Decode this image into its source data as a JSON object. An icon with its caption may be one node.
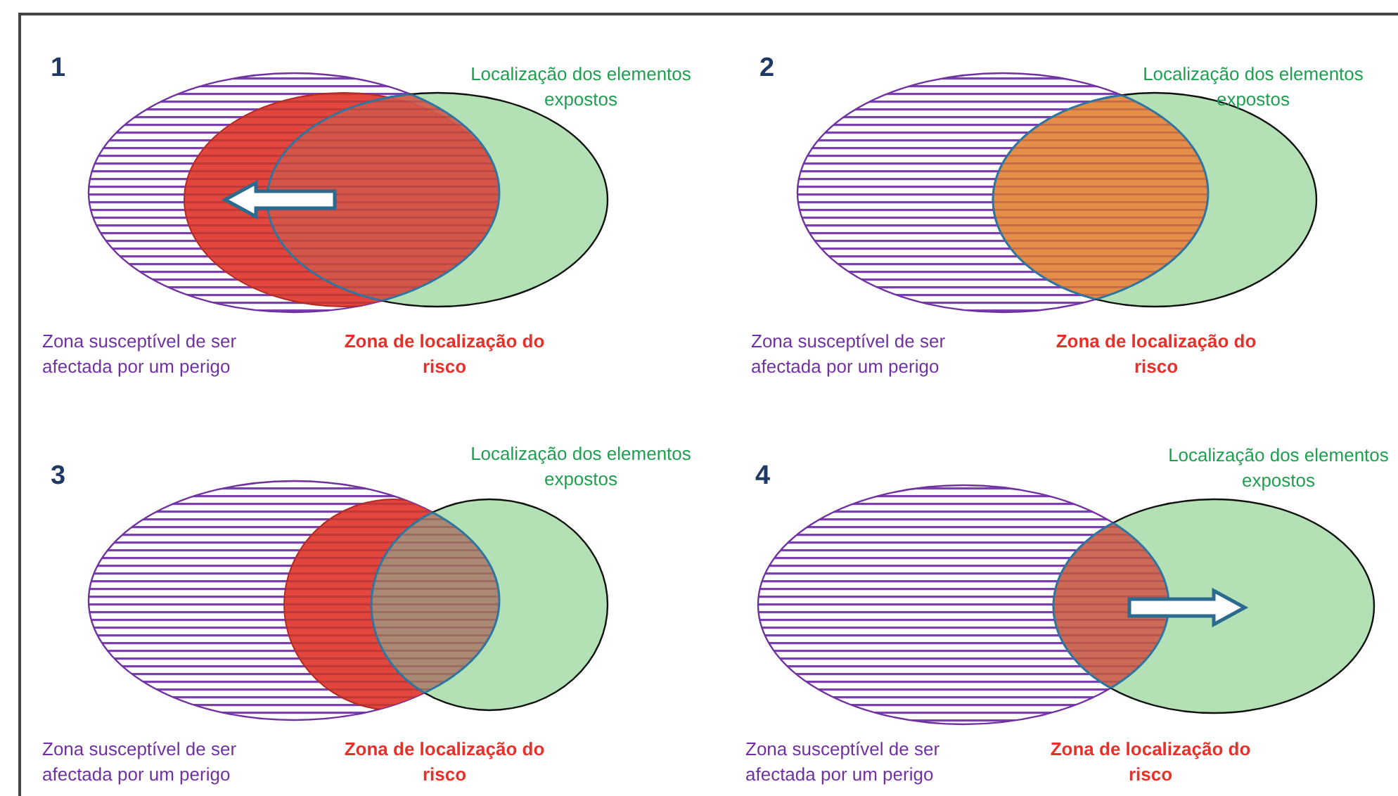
{
  "diagram": {
    "labels": [
      "1",
      "Localização dos elementos expostos",
      "Zona susceptível de ser afectada por um perigo",
      "Zona de localização do risco",
      "2",
      "Localização dos elementos expostos",
      "Zona susceptível de ser afectada por um perigo",
      "Zona de localização do risco",
      "3",
      "Localização dos elementos expostos",
      "Zona susceptível de ser afectada por um perigo",
      "Zona de localização do risco",
      "4",
      "Localização dos elementos expostos",
      "Zona susceptível de ser afectada por um perigo",
      "Zona de localização do risco"
    ]
  }
}
